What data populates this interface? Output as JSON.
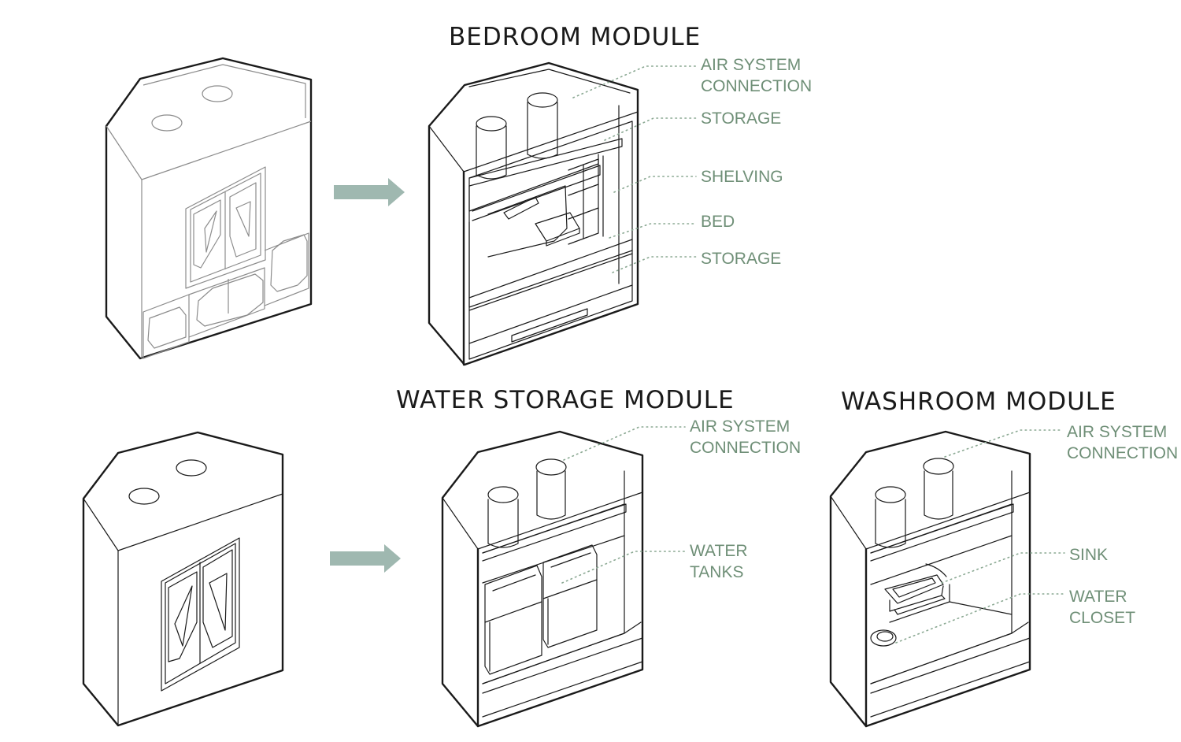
{
  "modules": {
    "bedroom": {
      "title": "BEDROOM MODULE",
      "labels": {
        "air_1": "AIR SYSTEM",
        "air_2": "CONNECTION",
        "storage_top": "STORAGE",
        "shelving": "SHELVING",
        "bed": "BED",
        "storage_bottom": "STORAGE"
      }
    },
    "water_storage": {
      "title": "WATER STORAGE MODULE",
      "labels": {
        "air_1": "AIR SYSTEM",
        "air_2": "CONNECTION",
        "tanks_1": "WATER",
        "tanks_2": "TANKS"
      }
    },
    "washroom": {
      "title": "WASHROOM MODULE",
      "labels": {
        "air_1": "AIR SYSTEM",
        "air_2": "CONNECTION",
        "sink": "SINK",
        "closet_1": "WATER",
        "closet_2": "CLOSET"
      }
    }
  },
  "colors": {
    "label_green": "#6f8f77",
    "arrow_fill": "#9fb8b0",
    "line_ink": "#1a1a1a"
  }
}
